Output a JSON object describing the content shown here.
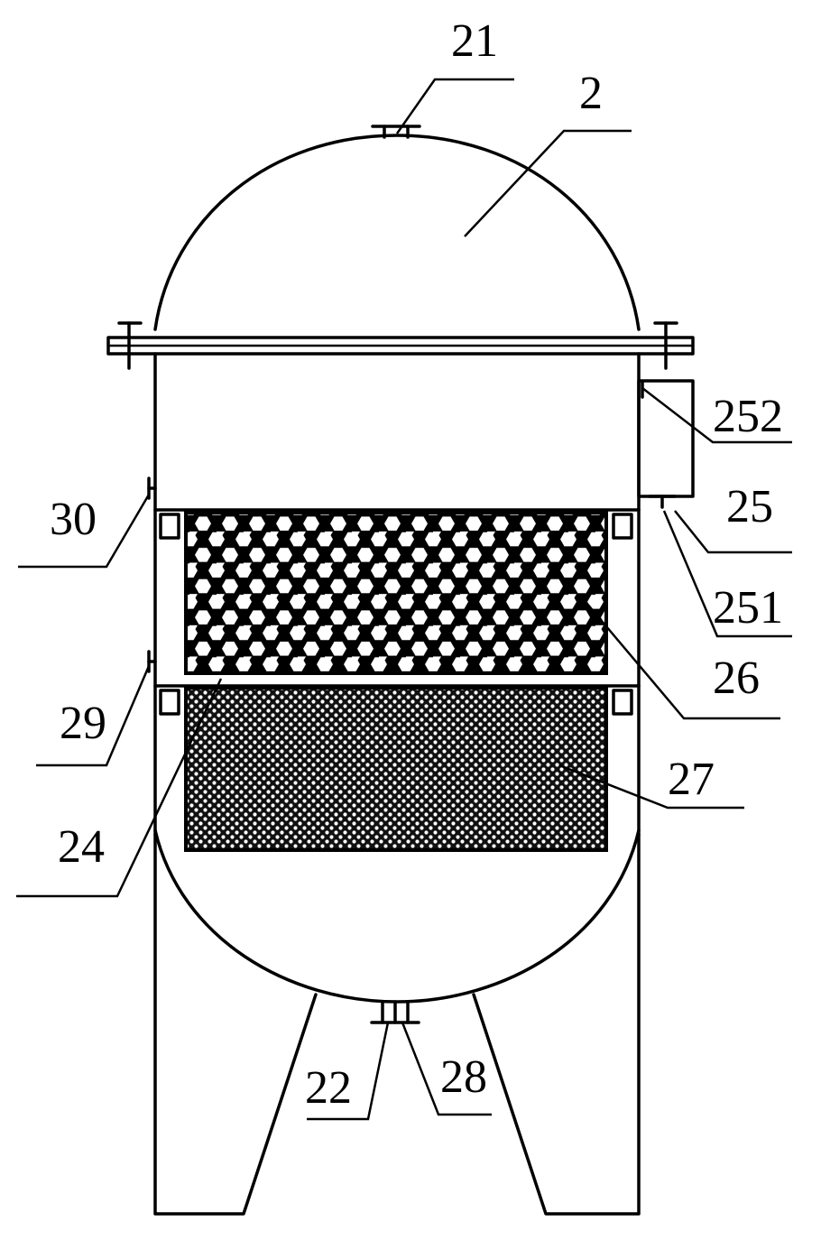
{
  "labels": {
    "l21": "21",
    "l2": "2",
    "l252": "252",
    "l25": "25",
    "l30": "30",
    "l251": "251",
    "l26": "26",
    "l29": "29",
    "l27": "27",
    "l24": "24",
    "l22": "22",
    "l28": "28"
  },
  "colors": {
    "stroke": "#000000",
    "background": "#ffffff"
  }
}
